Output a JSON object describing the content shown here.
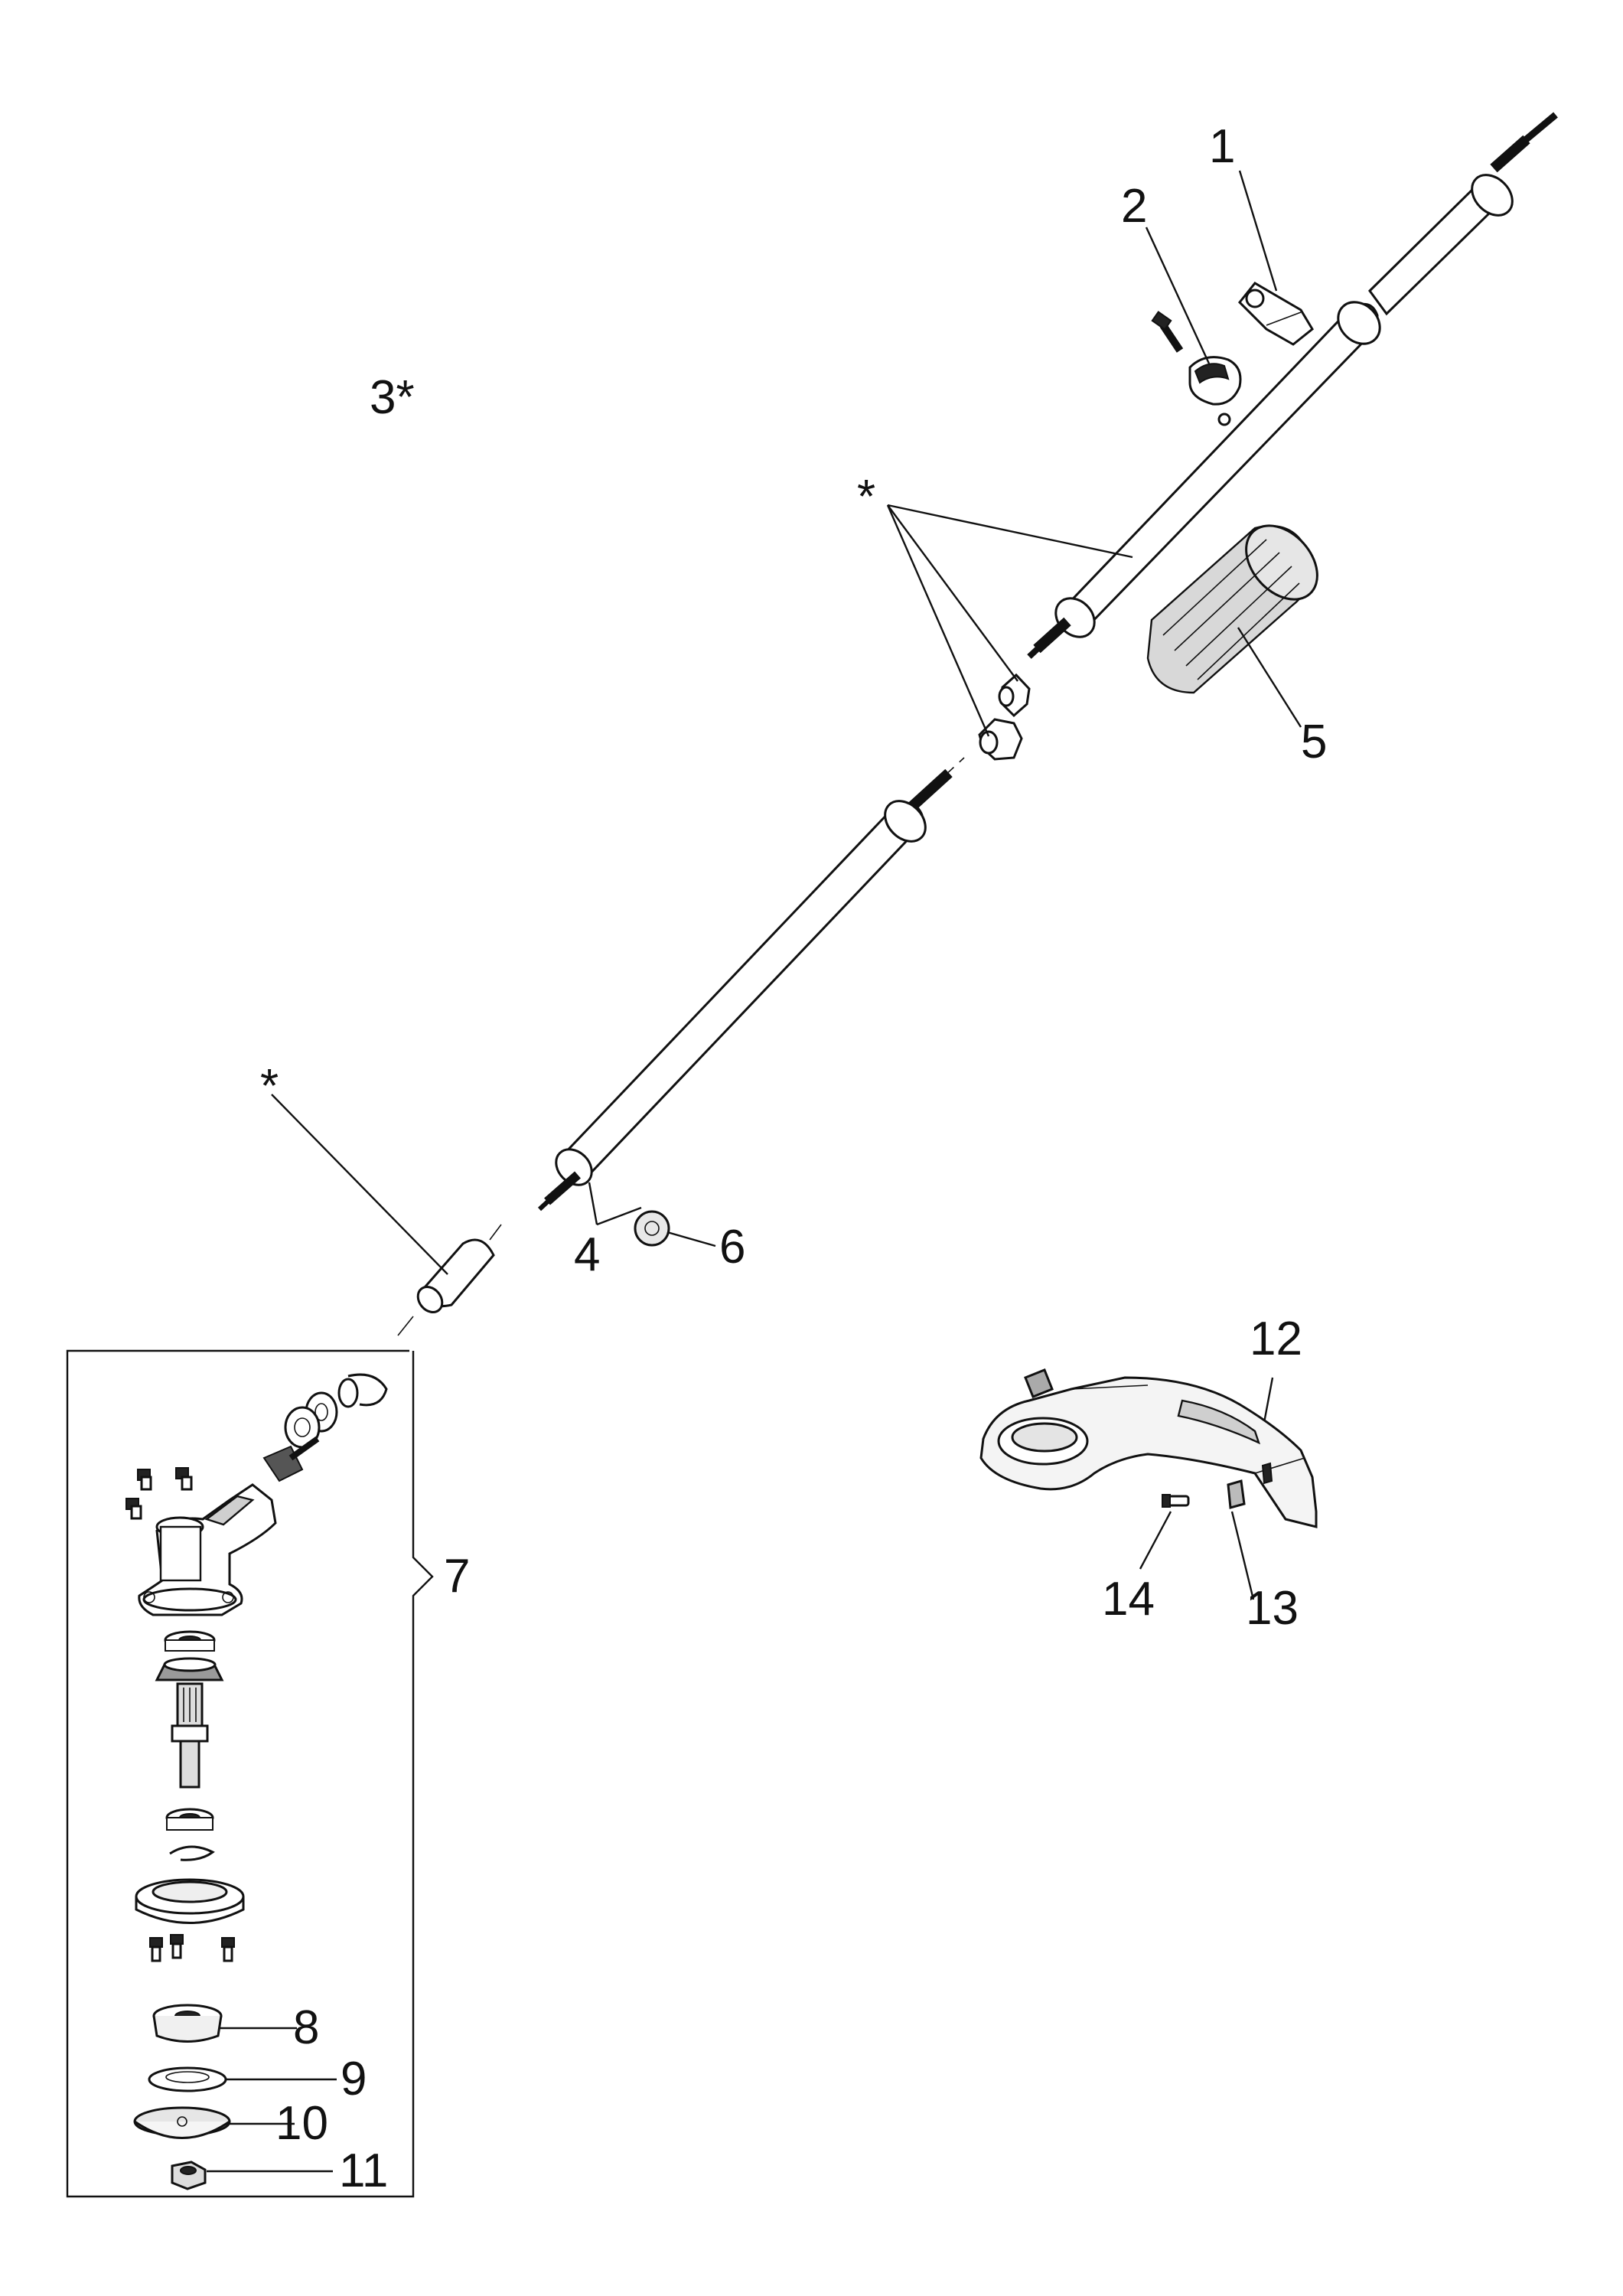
{
  "callouts": {
    "c1": "1",
    "c2": "2",
    "c3": "3*",
    "c4": "4",
    "c5": "5",
    "c6": "6",
    "c7": "7",
    "c8": "8",
    "c9": "9",
    "c10": "10",
    "c11": "11",
    "c12": "12",
    "c13": "13",
    "c14": "14",
    "star_top": "*",
    "star_left": "*"
  },
  "colors": {
    "line": "#111111",
    "shade": "#cfcfcf",
    "background": "#ffffff"
  }
}
